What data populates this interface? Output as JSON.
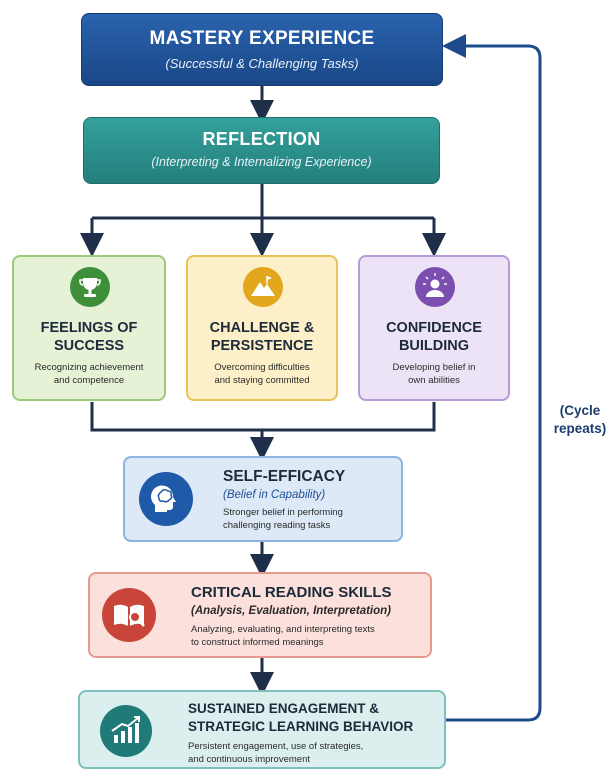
{
  "mastery": {
    "title": "MASTERY EXPERIENCE",
    "subtitle": "(Successful & Challenging Tasks)"
  },
  "reflection": {
    "title": "REFLECTION",
    "subtitle": "(Interpreting & Internalizing Experience)"
  },
  "feelings": {
    "title_line1": "FEELINGS OF",
    "title_line2": "SUCCESS",
    "desc_line1": "Recognizing achievement",
    "desc_line2": "and competence"
  },
  "challenge": {
    "title_line1": "CHALLENGE &",
    "title_line2": "PERSISTENCE",
    "desc_line1": "Overcoming difficulties",
    "desc_line2": "and staying committed"
  },
  "confidence": {
    "title_line1": "CONFIDENCE",
    "title_line2": "BUILDING",
    "desc_line1": "Developing belief in",
    "desc_line2": "own abilities"
  },
  "self_efficacy": {
    "title": "SELF-EFFICACY",
    "subtitle": "(Belief in Capability)",
    "desc_line1": "Stronger belief in performing",
    "desc_line2": "challenging reading tasks"
  },
  "critical": {
    "title": "CRITICAL READING SKILLS",
    "subtitle": "(Analysis, Evaluation, Interpretation)",
    "desc_line1": "Analyzing, evaluating, and interpreting texts",
    "desc_line2": "to construct informed meanings"
  },
  "sustained": {
    "title_line1": "SUSTAINED ENGAGEMENT &",
    "title_line2": "STRATEGIC LEARNING BEHAVIOR",
    "desc_line1": "Persistent engagement, use of strategies,",
    "desc_line2": "and continuous improvement"
  },
  "cycle": {
    "line1": "(Cycle",
    "line2": "repeats)"
  },
  "colors": {
    "navy": "#1f4f93",
    "teal": "#2a8c8a",
    "arrow": "#1f2f4a",
    "cycle_arrow": "#1c4a8a"
  }
}
